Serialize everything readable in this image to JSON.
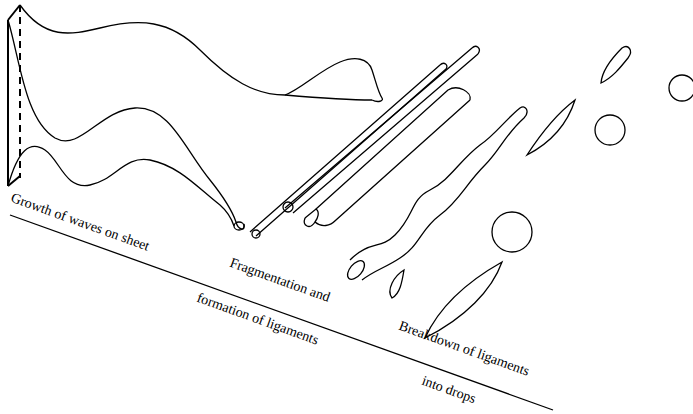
{
  "diagram": {
    "labels": [
      "Growth of waves on sheet",
      "Fragmentation and",
      "formation of ligaments",
      "Breakdown of ligaments",
      "into drops"
    ]
  }
}
